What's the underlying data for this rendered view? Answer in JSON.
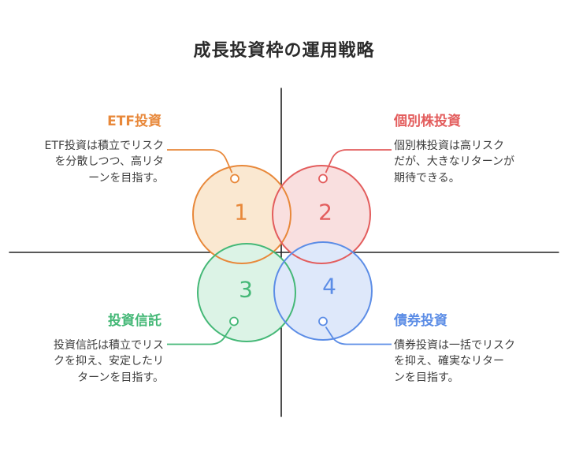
{
  "title": "成長投資枠の運用戦略",
  "axis_color": "#222222",
  "items": [
    {
      "number": "1",
      "label": "ETF投資",
      "description": "ETF投資は積立でリスク\nを分散しつつ、高リタ\nーンを目指す。",
      "color": "#E8883A",
      "fill": "#FAE8D1"
    },
    {
      "number": "2",
      "label": "個別株投資",
      "description": "個別株投資は高リスク\nだが、大きなリターンが\n期待できる。",
      "color": "#E35D5D",
      "fill": "#F9DFDF"
    },
    {
      "number": "3",
      "label": "投資信託",
      "description": "投資信託は積立でリス\nクを抑え、安定したリ\nターンを目指す。",
      "color": "#45B877",
      "fill": "#DCF3E6"
    },
    {
      "number": "4",
      "label": "債券投資",
      "description": "債券投資は一括でリスク\nを抑え、確実なリター\nンを目指す。",
      "color": "#5C8DE6",
      "fill": "#DEE8FA"
    }
  ]
}
